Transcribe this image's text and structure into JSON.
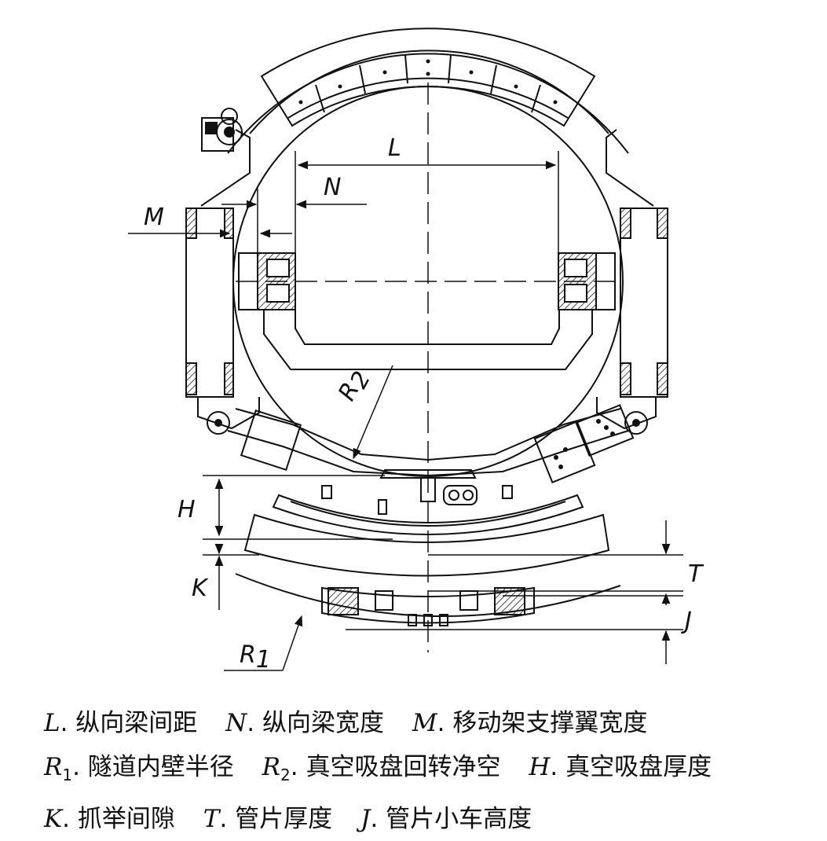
{
  "labels": {
    "L": "L",
    "N": "N",
    "M": "M",
    "H": "H",
    "K": "K",
    "T": "T",
    "J": "J",
    "R1": "R",
    "R1_sub": "1",
    "R2": "R",
    "R2_sub": "2"
  },
  "caption": [
    {
      "sym": "L",
      "sub": "",
      "text": ". 纵向梁间距"
    },
    {
      "sym": "N",
      "sub": "",
      "text": ". 纵向梁宽度"
    },
    {
      "sym": "M",
      "sub": "",
      "text": ". 移动架支撑翼宽度"
    },
    {
      "sym": "R",
      "sub": "1",
      "text": ". 隧道内壁半径"
    },
    {
      "sym": "R",
      "sub": "2",
      "text": ". 真空吸盘回转净空"
    },
    {
      "sym": "H",
      "sub": "",
      "text": ". 真空吸盘厚度"
    },
    {
      "sym": "K",
      "sub": "",
      "text": ". 抓举间隙"
    },
    {
      "sym": "T",
      "sub": "",
      "text": ". 管片厚度"
    },
    {
      "sym": "J",
      "sub": "",
      "text": ". 管片小车高度"
    }
  ]
}
